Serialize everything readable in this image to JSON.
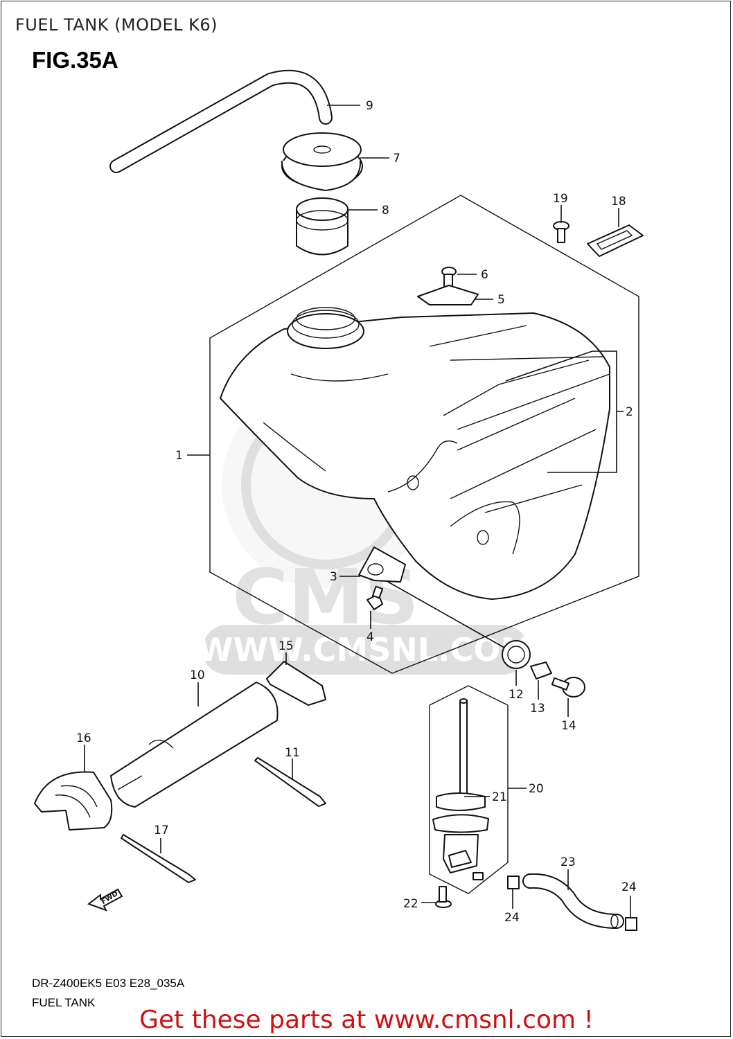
{
  "header": {
    "title": "FUEL TANK (MODEL K6)",
    "figure": "FIG.35A"
  },
  "footer": {
    "code": "DR-Z400EK5 E03 E28_035A",
    "name": "FUEL TANK",
    "promo": "Get these parts at www.cmsnl.com !"
  },
  "watermark": {
    "brand": "CMS",
    "url": "WWW.CMSNL.COM"
  },
  "fwd_label": "FWD",
  "callouts": [
    "1",
    "2",
    "3",
    "4",
    "5",
    "6",
    "7",
    "8",
    "9",
    "10",
    "11",
    "12",
    "13",
    "14",
    "15",
    "16",
    "17",
    "18",
    "19",
    "20",
    "21",
    "22",
    "23",
    "24",
    "24"
  ]
}
